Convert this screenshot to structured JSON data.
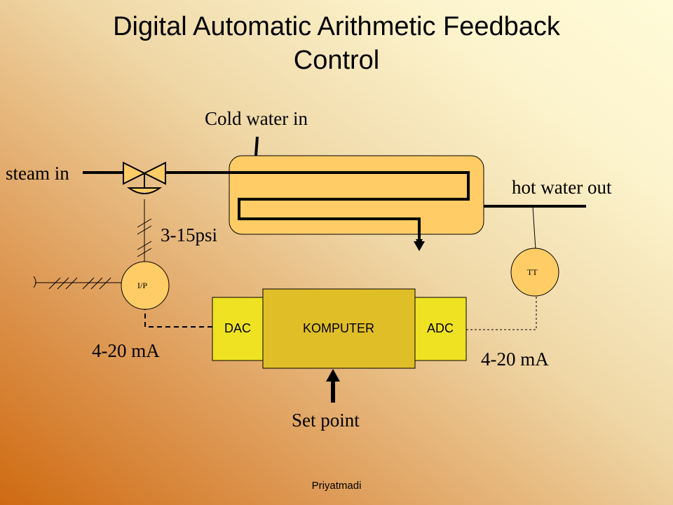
{
  "title": {
    "line1": "Digital Automatic Arithmetic Feedback",
    "line2": "Control"
  },
  "labels": {
    "cold_water_in": "Cold water in",
    "steam_in": "steam in",
    "hot_water_out": "hot water out",
    "pressure_range": "3-15psi",
    "ip_converter": "I/P",
    "temp_transmitter": "TT",
    "dac": "DAC",
    "computer": "KOMPUTER",
    "adc": "ADC",
    "current_left": "4-20 mA",
    "current_right": "4-20 mA",
    "set_point": "Set point"
  },
  "footer": "Priyatmadi",
  "colors": {
    "tank_fill": "#ffcc66",
    "computer_fill": "#e0be28",
    "converter_fill": "#efe223",
    "instrument_fill": "#ffcc66",
    "line": "#000000"
  }
}
